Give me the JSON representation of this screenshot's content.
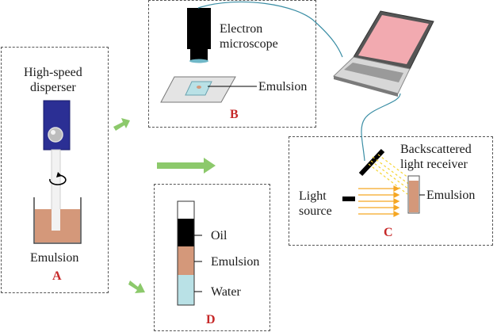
{
  "panel_a": {
    "title_line1": "High-speed",
    "title_line2": "disperser",
    "sample_label": "Emulsion",
    "letter": "A"
  },
  "panel_b": {
    "device_line1": "Electron",
    "device_line2": "microscope",
    "sample_label": "Emulsion",
    "letter": "B"
  },
  "panel_c": {
    "receiver_line1": "Backscattered",
    "receiver_line2": "light receiver",
    "source_line1": "Light",
    "source_line2": "source",
    "sample_label": "Emulsion",
    "letter": "C"
  },
  "panel_d": {
    "layers": [
      "Oil",
      "Emulsion",
      "Water"
    ],
    "letter": "D"
  },
  "colors": {
    "emulsion": "#d4987a",
    "disperser_body": "#2b2f94",
    "arrow": "#8cc96b",
    "cable": "#3b8ea5",
    "water": "#b9e1e6",
    "oil": "#000000",
    "label_red": "#c62828"
  }
}
